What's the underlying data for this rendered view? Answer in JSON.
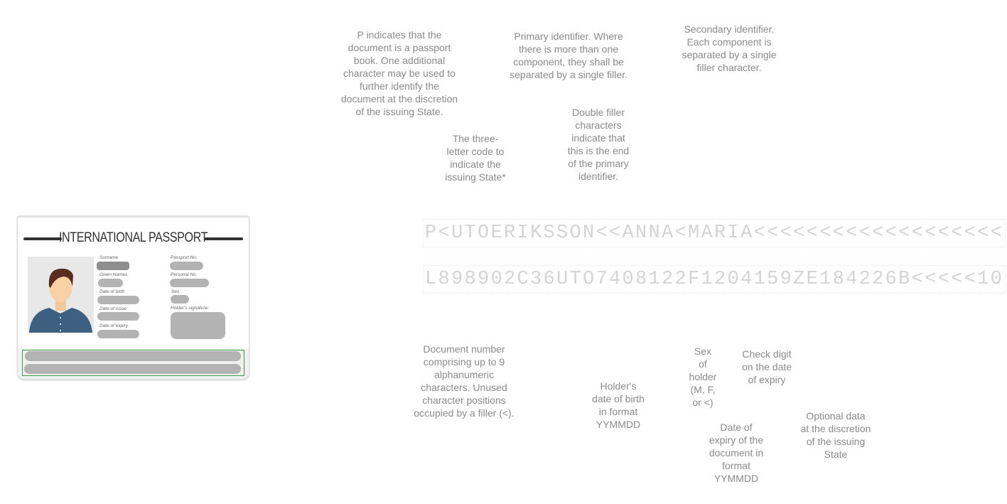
{
  "passport": {
    "title": "INTERNATIONAL PASSPORT",
    "labels": {
      "surname": "Surname",
      "given_names": "Given Names",
      "date_of_birth": "Date of birth",
      "date_of_issue": "Date of issue",
      "date_of_expiry": "Date of expiry",
      "passport_no": "Passport No.",
      "personal_no": "Personal No.",
      "sex": "Sex:",
      "signature": "Holder's signature:"
    }
  },
  "mrz": {
    "line1": "P<UTOERIKSSON<<ANNA<MARIA<<<<<<<<<<<<<<<<<<<",
    "line2": "L898902C36UTO7408122F1204159ZE184226B<<<<<10"
  },
  "annotations": {
    "document_type": "P indicates that the\ndocument is a passport\nbook. One additional\ncharacter may be used to\nfurther identify the\ndocument at the discretion\nof the issuing State.",
    "primary_identifier": "Primary identifier. Where\nthere is more than one\ncomponent, they shall be\nseparated by a single filler.",
    "secondary_identifier": "Secondary identifier.\nEach component is\nseparated by a single\nfiller character.",
    "issuing_state": "The three-\nletter code to\nindicate the\nissuing State*",
    "double_filler": "Double filler\ncharacters\nindicate that\nthis is the end\nof the primary\nidentifier.",
    "document_number": "Document number\ncomprising up to 9\nalphanumeric\ncharacters. Unused\ncharacter positions\noccupied by a filler (<).",
    "date_of_birth": "Holder's\ndate of birth\nin format\nYYMMDD",
    "sex": "Sex\nof\nholder\n(M, F,\nor <)",
    "check_digit_expiry": "Check digit\non the date\nof expiry",
    "date_of_expiry": "Date of\nexpiry of the\ndocument in\nformat\nYYMMDD",
    "optional_data": "Optional data\nat the discretion\nof the issuing\nState"
  }
}
